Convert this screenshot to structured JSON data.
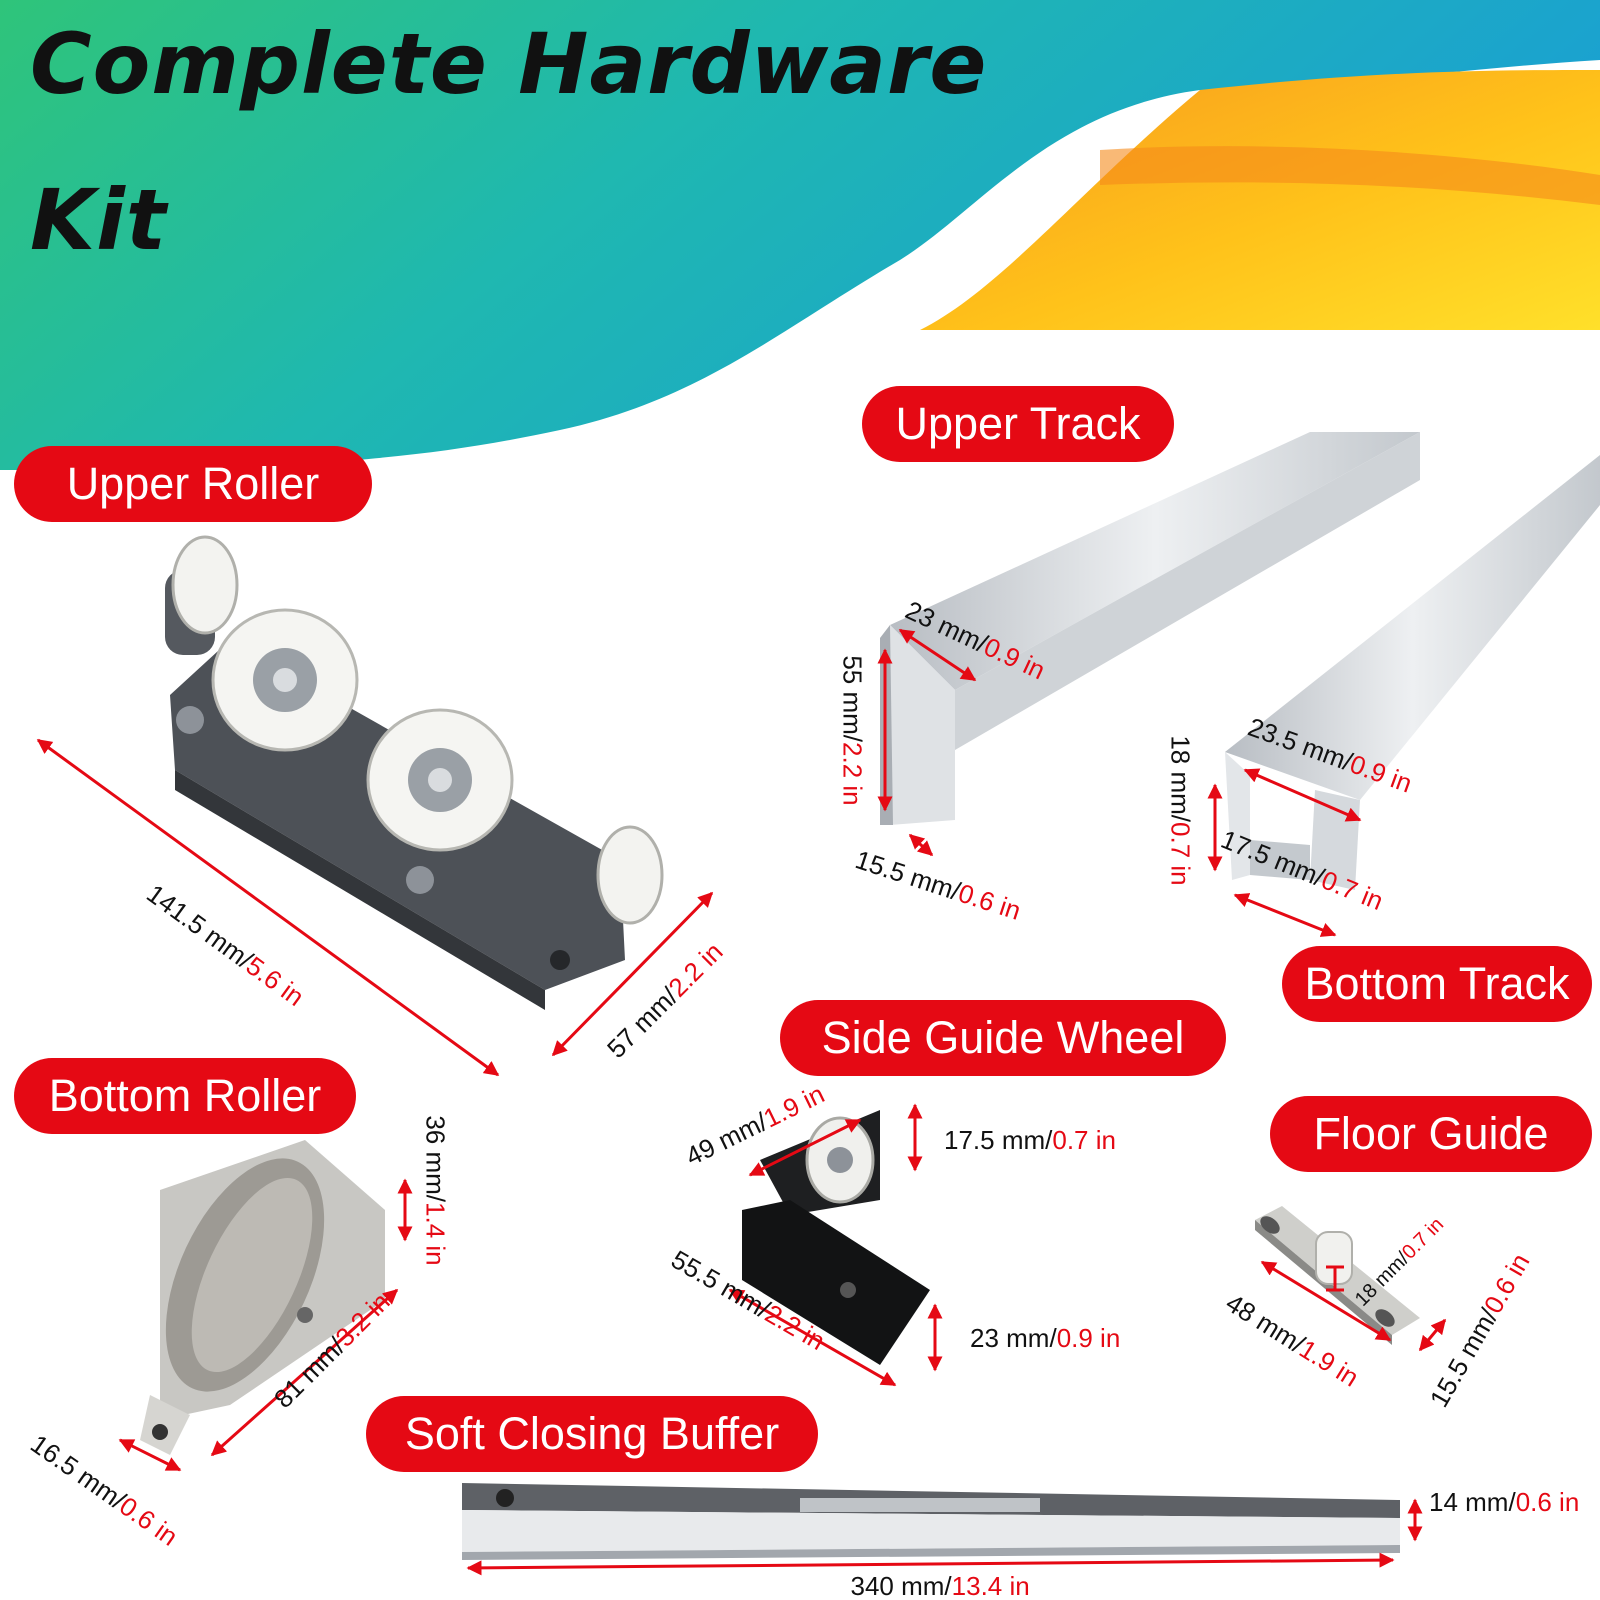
{
  "title": {
    "line1": "Complete Hardware",
    "line2": "Kit"
  },
  "colors": {
    "accent_red": "#e50914",
    "teal": "#1fb8b0",
    "green": "#2fc47a",
    "orange": "#f79a1e",
    "yellow": "#ffd21a",
    "aluminium": "#c9cdd2"
  },
  "labels": {
    "upper_roller": "Upper Roller",
    "upper_track": "Upper Track",
    "bottom_track": "Bottom Track",
    "bottom_roller": "Bottom Roller",
    "side_guide_wheel": "Side Guide Wheel",
    "floor_guide": "Floor Guide",
    "soft_closing_buffer": "Soft Closing Buffer"
  },
  "dimensions": {
    "upper_roller_length": {
      "metric": "141.5 mm/",
      "imperial": "5.6 in"
    },
    "upper_roller_width": {
      "metric": "57 mm/",
      "imperial": "2.2 in"
    },
    "upper_track_width": {
      "metric": "23 mm/",
      "imperial": "0.9 in"
    },
    "upper_track_height": {
      "metric": "55 mm/",
      "imperial": "2.2 in"
    },
    "upper_track_inner": {
      "metric": "15.5 mm/",
      "imperial": "0.6 in"
    },
    "bottom_track_height": {
      "metric": "18 mm/",
      "imperial": "0.7 in"
    },
    "bottom_track_width": {
      "metric": "23.5 mm/",
      "imperial": "0.9 in"
    },
    "bottom_track_inner": {
      "metric": "17.5 mm/",
      "imperial": "0.7 in"
    },
    "bottom_roller_height": {
      "metric": "36 mm/",
      "imperial": "1.4 in"
    },
    "bottom_roller_length": {
      "metric": "81 mm/",
      "imperial": "3.2 in"
    },
    "bottom_roller_width": {
      "metric": "16.5 mm/",
      "imperial": "0.6 in"
    },
    "side_guide_top": {
      "metric": "49 mm/",
      "imperial": "1.9 in"
    },
    "side_guide_wheel_h": {
      "metric": "17.5 mm/",
      "imperial": "0.7 in"
    },
    "side_guide_length": {
      "metric": "55.5 mm/",
      "imperial": "2.2 in"
    },
    "side_guide_plate_h": {
      "metric": "23 mm/",
      "imperial": "0.9 in"
    },
    "floor_guide_pin": {
      "metric": "18 mm/",
      "imperial": "0.7 in"
    },
    "floor_guide_length": {
      "metric": "48 mm/",
      "imperial": "1.9 in"
    },
    "floor_guide_width": {
      "metric": "15.5 mm/",
      "imperial": "0.6 in"
    },
    "buffer_height": {
      "metric": "14 mm/",
      "imperial": "0.6 in"
    },
    "buffer_length": {
      "metric": "340 mm/",
      "imperial": "13.4 in"
    }
  }
}
